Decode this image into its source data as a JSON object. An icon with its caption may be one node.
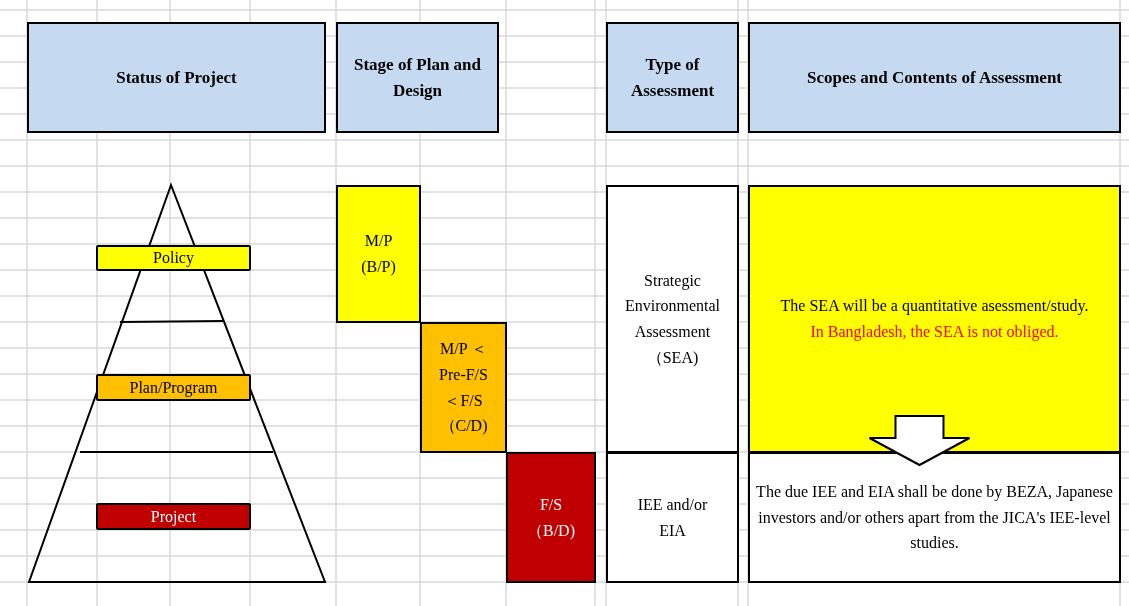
{
  "diagram": {
    "nodes": [
      {
        "text": [
          "Status of Project"
        ]
      },
      {
        "text": [
          "Stage of Plan and Design"
        ]
      },
      {
        "text": [
          "Type of Assessment"
        ]
      },
      {
        "text": [
          "Scopes and Contents of Assessment"
        ]
      },
      {
        "text": [
          "Policy"
        ]
      },
      {
        "text": [
          "Plan/Program"
        ]
      },
      {
        "text": [
          "Project"
        ]
      },
      {
        "text": [
          "M/P (B/P)"
        ]
      },
      {
        "text": [
          "M/P ＜ Pre-F/S ＜F/S （C/D)"
        ]
      },
      {
        "text": [
          "F/S （B/D)"
        ]
      },
      {
        "text": [
          "Strategic Environmental Assessment （SEA)"
        ]
      },
      {
        "text": [
          "IEE and/or EIA"
        ]
      },
      {
        "text": [
          "The SEA will be a quantitative asessment/study.",
          "In Bangladesh, the SEA is not obliged."
        ]
      },
      {
        "text": [
          "The due IEE and EIA shall be done by BEZA, Japanese investors and/or others apart from the JICA's IEE-level studies."
        ]
      }
    ],
    "edges": [
      {
        "from": 12,
        "to": 13,
        "arrow": "to"
      }
    ]
  }
}
